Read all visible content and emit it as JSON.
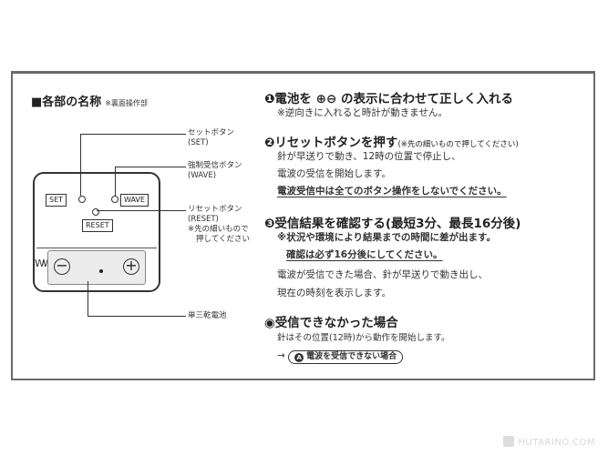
{
  "section": {
    "title": "■各部の名称",
    "note": "※裏面操作部"
  },
  "diagram": {
    "buttons": {
      "set": "SET",
      "wave": "WAVE",
      "reset": "RESET"
    },
    "battery_symbols": {
      "minus": "⊖",
      "plus": "⊕"
    },
    "callouts": {
      "set_name": "セットボタン",
      "set_code": "(SET)",
      "wave_name": "強制受信ボタン",
      "wave_code": "(WAVE)",
      "reset_name": "リセットボタン",
      "reset_code": "(RESET)",
      "reset_note1": "※先の細いもので",
      "reset_note2": "押してください",
      "battery": "単三乾電池"
    }
  },
  "steps": [
    {
      "title": "❶電池を ⊕⊖ の表示に合わせて正しく入れる",
      "lines": [
        "※逆向きに入れると時計が動きません。"
      ]
    },
    {
      "title": "❷リセットボタンを押す",
      "subtitle": "(※先の細いもので押してください)",
      "lines": [
        "針が早送りで動き、12時の位置で停止し、",
        "電波の受信を開始します。",
        "電波受信中は全てのボタン操作をしないでください。"
      ]
    },
    {
      "title": "❸受信結果を確認する(最短3分、最長16分後)",
      "lines": [
        "※状況や環境により結果までの時間に差が出ます。",
        "確認は必ず16分後にしてください。",
        "電波が受信できた場合、針が早送りで動き出し、",
        "現在の時刻を表示します。"
      ]
    },
    {
      "title": "◉受信できなかった場合",
      "lines": [
        "針はその位置(12時)から動作を開始します。"
      ],
      "arrow": "→",
      "link_icon": "A",
      "link_label": "電波を受信できない場合"
    }
  ],
  "watermark": "HUTARINO.COM"
}
